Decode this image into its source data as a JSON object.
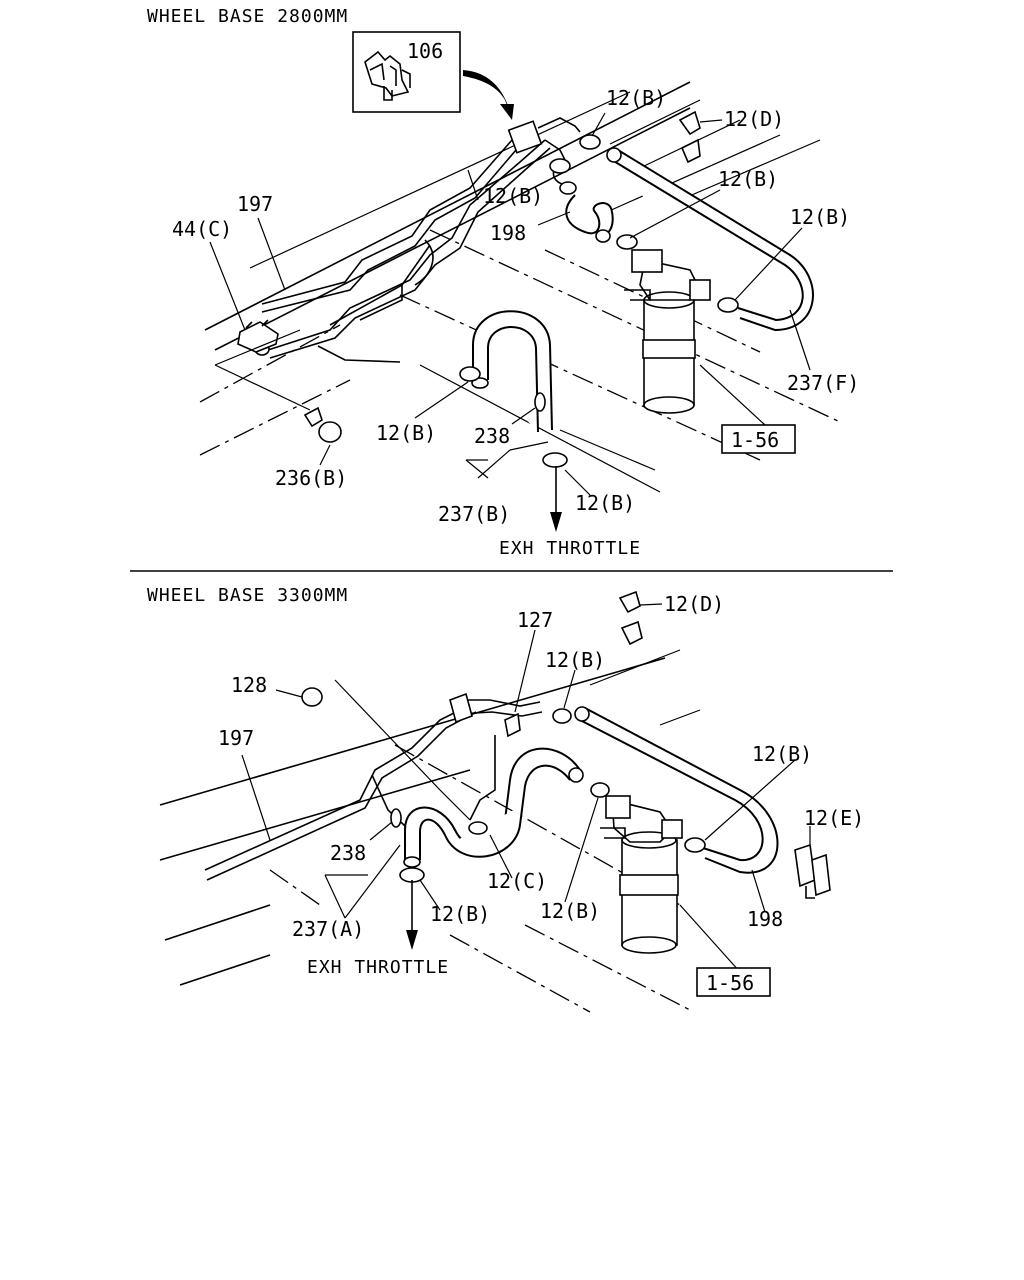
{
  "top": {
    "title": "WHEEL BASE 2800MM",
    "labels": {
      "p106": "106",
      "p12b_1": "12(B)",
      "p12d": "12(D)",
      "p12b_2": "12(B)",
      "p12b_3": "12(B)",
      "p12b_4": "12(B)",
      "p197": "197",
      "p44c": "44(C)",
      "p198": "198",
      "p12b_5": "12(B)",
      "p238": "238",
      "p236b": "236(B)",
      "p237b": "237(B)",
      "p12b_6": "12(B)",
      "p237f": "237(F)",
      "ref": "1-56",
      "exh": "EXH THROTTLE"
    }
  },
  "bottom": {
    "title": "WHEEL BASE 3300MM",
    "labels": {
      "p127": "127",
      "p12d": "12(D)",
      "p12b_1": "12(B)",
      "p128": "128",
      "p197": "197",
      "p12b_2": "12(B)",
      "p12e": "12(E)",
      "p238": "238",
      "p12c": "12(C)",
      "p12b_3": "12(B)",
      "p198": "198",
      "p237a": "237(A)",
      "p12b_4": "12(B)",
      "ref": "1-56",
      "exh": "EXH THROTTLE"
    }
  }
}
